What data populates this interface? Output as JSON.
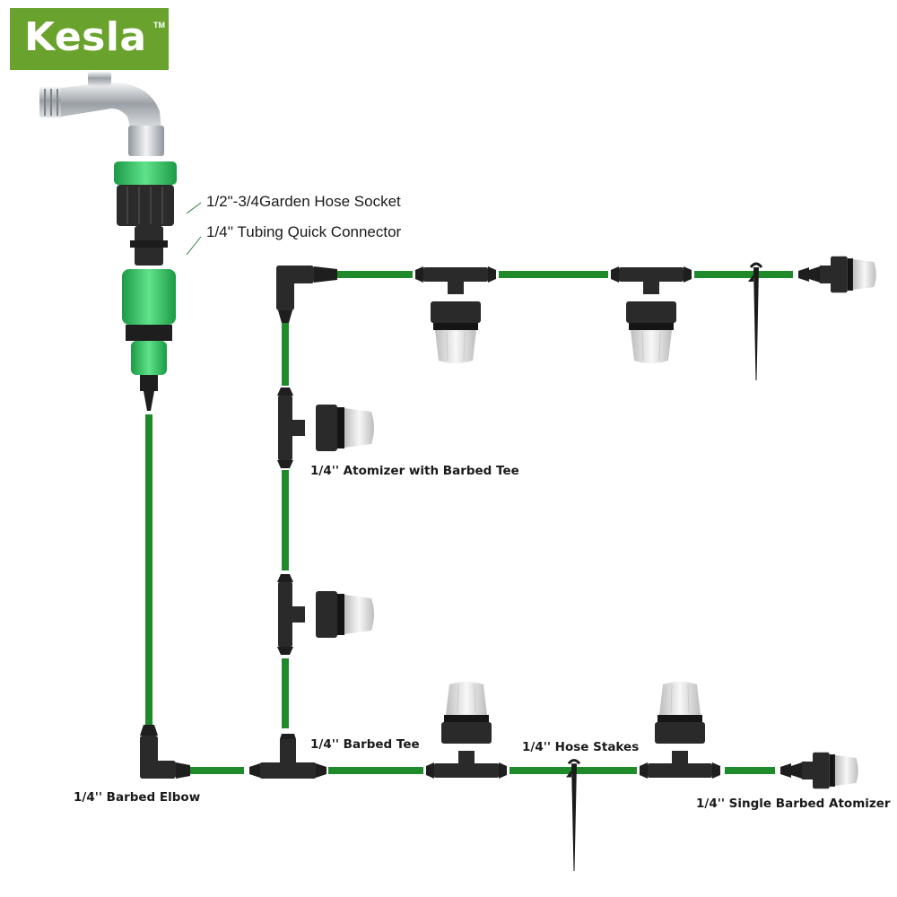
{
  "brand": {
    "name": "Kesla",
    "trademark": "TM"
  },
  "labels": {
    "garden_hose_socket": "1/2\"-3/4Garden Hose Socket",
    "quick_connector": "1/4'' Tubing Quick Connector",
    "atomizer_with_tee": "1/4'' Atomizer with Barbed Tee",
    "barbed_tee": "1/4'' Barbed Tee",
    "hose_stakes": "1/4'' Hose Stakes",
    "barbed_elbow": "1/4'' Barbed Elbow",
    "single_atomizer": "1/4'' Single Barbed Atomizer"
  },
  "colors": {
    "brand": "#6aa22e",
    "tubing": "#1f8a2a",
    "fitting": "#2a2a2a",
    "nozzle": "#e6e6e6",
    "faucet": "#bfc3c7",
    "connector": "#3cc864"
  }
}
